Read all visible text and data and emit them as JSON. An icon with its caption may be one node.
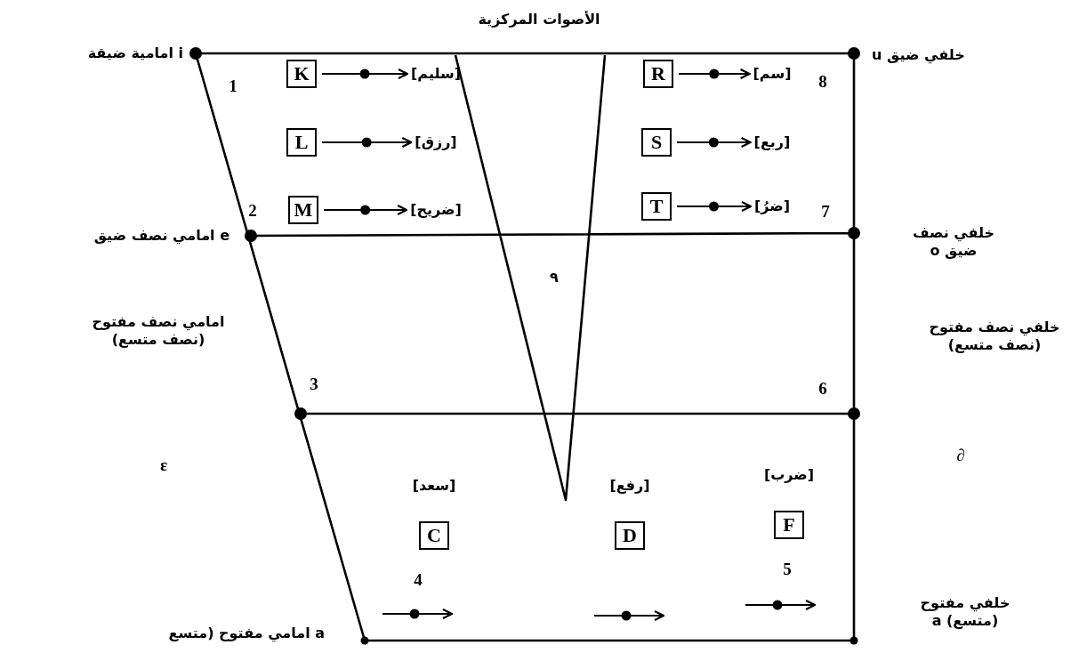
{
  "diagram": {
    "title": "الأصوات المركزية",
    "nodes": [
      {
        "text": [
          "K"
        ]
      },
      {
        "text": [
          "[سليم]"
        ]
      },
      {
        "text": [
          "L"
        ]
      },
      {
        "text": [
          "[رزق]"
        ]
      },
      {
        "text": [
          "M"
        ]
      },
      {
        "text": [
          "[ضريح]"
        ]
      },
      {
        "text": [
          "R"
        ]
      },
      {
        "text": [
          "[سم]"
        ]
      },
      {
        "text": [
          "S"
        ]
      },
      {
        "text": [
          "[ربع]"
        ]
      },
      {
        "text": [
          "T"
        ]
      },
      {
        "text": [
          "[ضرُ]"
        ]
      },
      {
        "text": [
          "C"
        ],
        "beside": [
          "[سعد]"
        ]
      },
      {
        "text": [
          "D"
        ],
        "beside": [
          "[رفع]"
        ]
      },
      {
        "text": [
          "F"
        ],
        "beside": [
          "[ضرب]"
        ]
      }
    ],
    "edges": [
      {
        "from": 0,
        "to": 1,
        "arrow": "to"
      },
      {
        "from": 2,
        "to": 3,
        "arrow": "to"
      },
      {
        "from": 4,
        "to": 5,
        "arrow": "to"
      },
      {
        "from": 6,
        "to": 7,
        "arrow": "to"
      },
      {
        "from": 8,
        "to": 9,
        "arrow": "to"
      },
      {
        "from": 10,
        "to": 11,
        "arrow": "to"
      }
    ],
    "labels": [
      "i امامية ضيقة",
      "خلفي ضيق u",
      "1",
      "8",
      "2",
      "7",
      "خلفي نصف ضيق o",
      "e امامي نصف ضيق",
      "٩",
      "امامي نصف مفتوح (نصف متسع)",
      "3",
      "6",
      "خلفي نصف مفتوح (نصف متسع)",
      "ɛ",
      "∂",
      "4",
      "5",
      "خلفي مفتوح (متسع) a",
      "a امامي مفتوح (متسع"
    ]
  }
}
